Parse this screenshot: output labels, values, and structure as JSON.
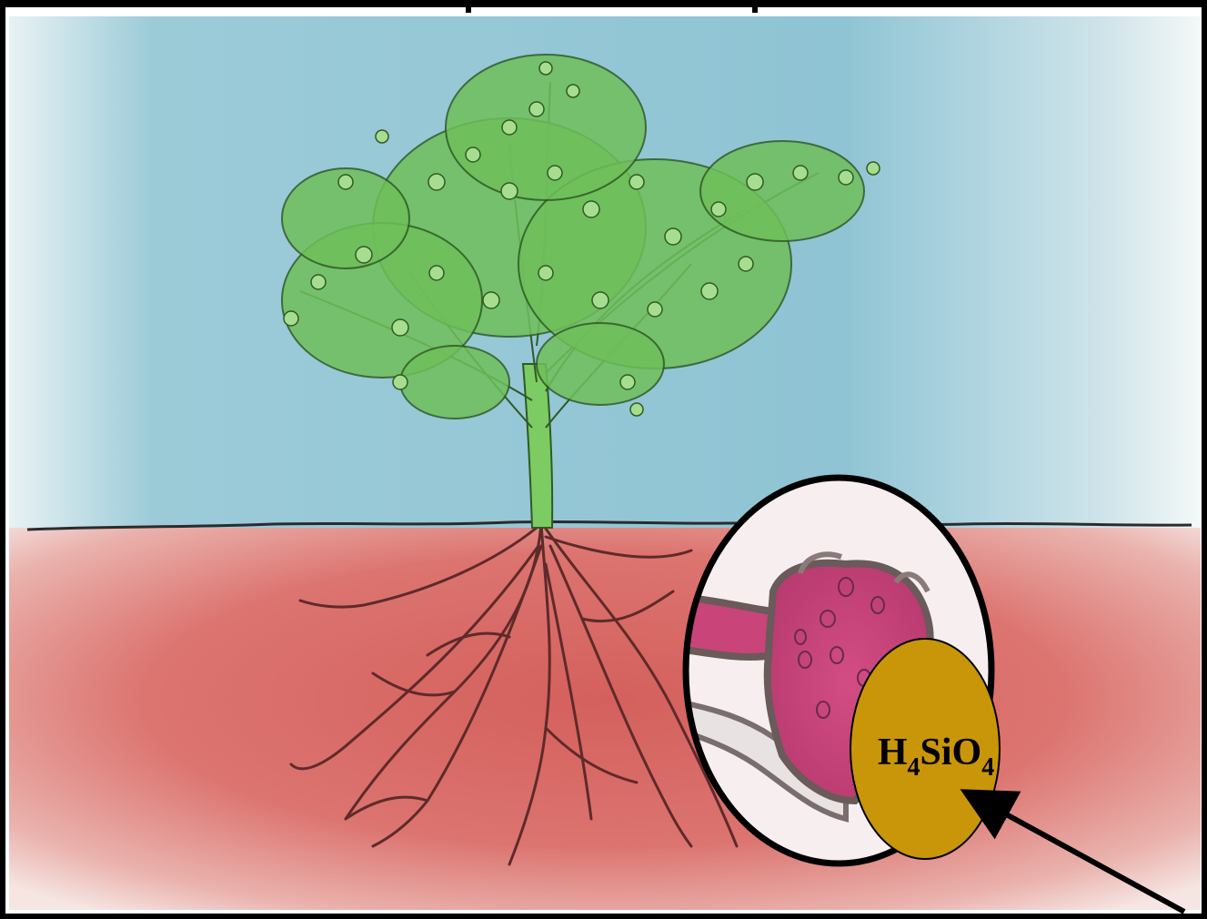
{
  "formula": {
    "prefix": "H",
    "sub1": "4",
    "middle": "SiO",
    "sub2": "4"
  },
  "colors": {
    "sky": "#8cc3d3",
    "sky_light": "#d9ebf0",
    "soil": "#d96a66",
    "soil_dark": "#c94f4f",
    "foliage": "#6fbf5a",
    "stem": "#7ccb63",
    "root": "#6a2f2f",
    "magnifier_fill": "#f7eef0",
    "root_hair": "#c94478",
    "molecule": "#c9960a",
    "frame": "#000000"
  },
  "icons": [
    "plant-illustration",
    "root-hair-magnifier",
    "molecule-bubble",
    "arrow-icon"
  ]
}
